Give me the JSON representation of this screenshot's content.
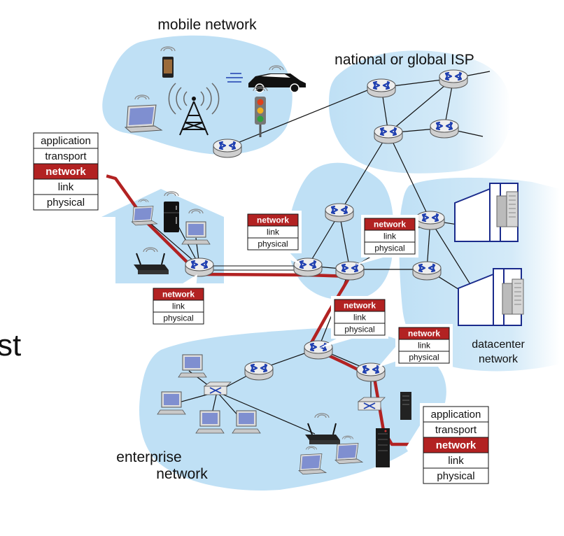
{
  "labels": {
    "mobile": "mobile network",
    "isp": "national or global ISP",
    "datacenter_line1": "datacenter",
    "datacenter_line2": "network",
    "enterprise_line1": "enterprise",
    "enterprise_line2": "network",
    "clipped_fragment": "st"
  },
  "stacks": {
    "host_left": [
      "application",
      "transport",
      "network",
      "link",
      "physical"
    ],
    "host_right": [
      "application",
      "transport",
      "network",
      "link",
      "physical"
    ],
    "router_home": [
      "network",
      "link",
      "physical"
    ],
    "router_core_a": [
      "network",
      "link",
      "physical"
    ],
    "router_core_b": [
      "network",
      "link",
      "physical"
    ],
    "router_mid": [
      "network",
      "link",
      "physical"
    ],
    "router_enterprise": [
      "network",
      "link",
      "physical"
    ]
  },
  "colors": {
    "cloud": "#bfe0f5",
    "network_layer": "#b22222",
    "path": "#b22222",
    "router_body": "#e6e6e6",
    "router_arrows": "#1f3fb0",
    "building": "#1a2b8c"
  },
  "icons": [
    "router-icon",
    "switch-icon",
    "laptop-icon",
    "phone-icon",
    "car-icon",
    "traffic-light-icon",
    "cell-tower-icon",
    "server-icon",
    "wifi-access-point-icon",
    "desktop-computer-icon",
    "fridge-icon",
    "building-icon"
  ]
}
